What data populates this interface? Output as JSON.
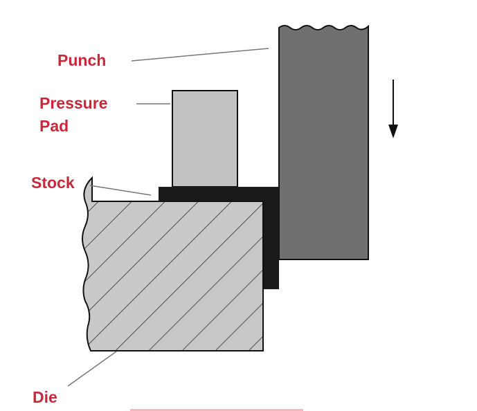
{
  "labels": {
    "punch": "Punch",
    "pressure_line1": "Pressure",
    "pressure_line2": "Pad",
    "stock": "Stock",
    "die": "Die"
  },
  "colors": {
    "label": "#c8283a",
    "punch": "#707070",
    "pad": "#c2c2c2",
    "stock": "#1a1a1a",
    "die": "#c8c8c8"
  }
}
